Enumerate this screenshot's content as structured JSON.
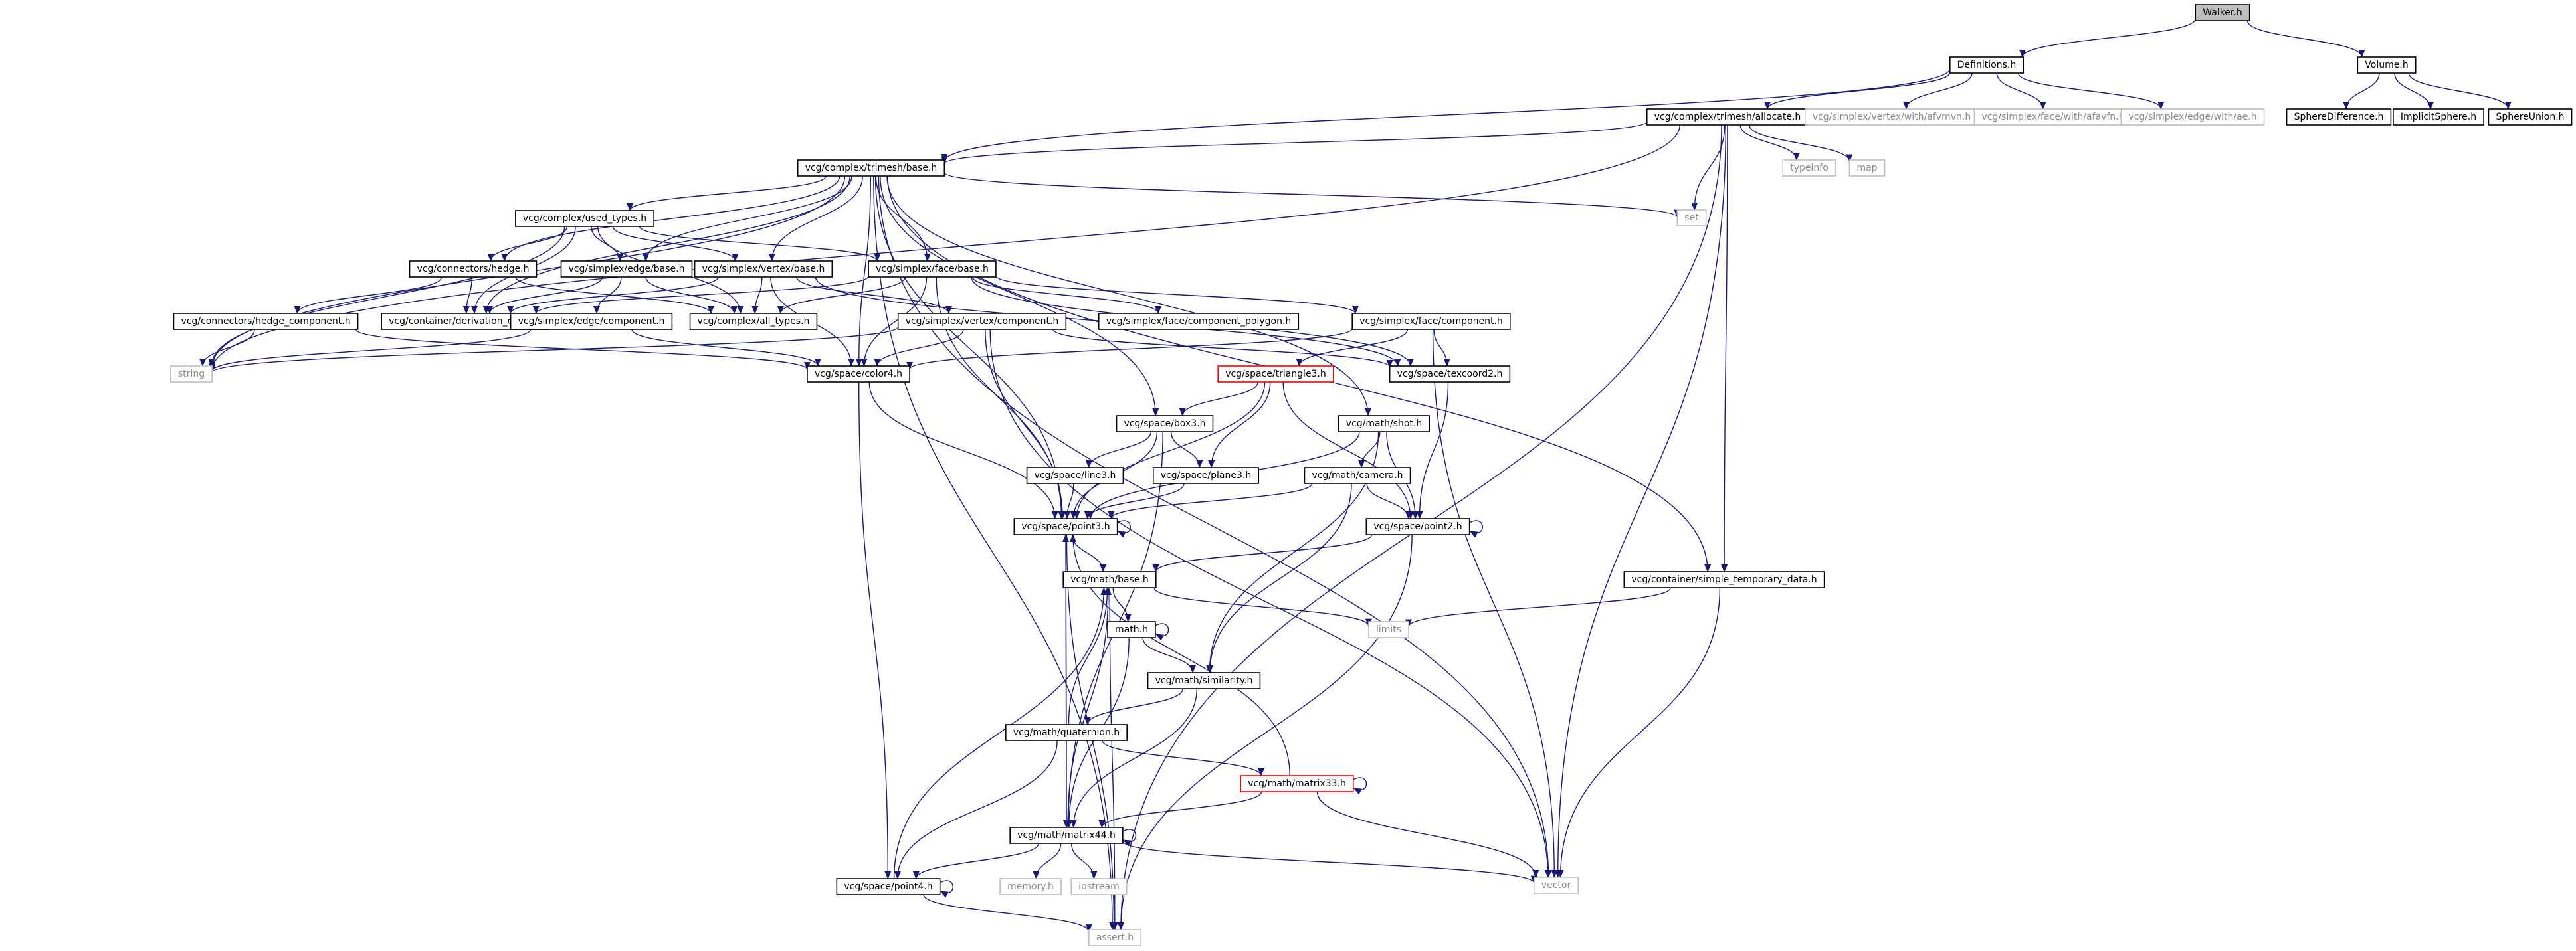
{
  "colors": {
    "edge": "#191970",
    "node_border": "#000000",
    "external_border": "#bfbfbf",
    "external_text": "#8c8c8c",
    "root_fill": "#bfbfbf",
    "warn_border": "#ff0000"
  },
  "nodes": [
    {
      "id": "walker",
      "label": "Walker.h",
      "kind": "root"
    },
    {
      "id": "definitions",
      "label": "Definitions.h",
      "kind": "normal"
    },
    {
      "id": "volume",
      "label": "Volume.h",
      "kind": "normal"
    },
    {
      "id": "allocate",
      "label": "vcg/complex/trimesh/allocate.h",
      "kind": "normal"
    },
    {
      "id": "afvmvn",
      "label": "vcg/simplex/vertex/with/afvmvn.h",
      "kind": "external"
    },
    {
      "id": "afavfn",
      "label": "vcg/simplex/face/with/afavfn.h",
      "kind": "external"
    },
    {
      "id": "ae",
      "label": "vcg/simplex/edge/with/ae.h",
      "kind": "external"
    },
    {
      "id": "spherediff",
      "label": "SphereDifference.h",
      "kind": "normal"
    },
    {
      "id": "implicitsphere",
      "label": "ImplicitSphere.h",
      "kind": "normal"
    },
    {
      "id": "sphereunion",
      "label": "SphereUnion.h",
      "kind": "normal"
    },
    {
      "id": "trimeshbase",
      "label": "vcg/complex/trimesh/base.h",
      "kind": "normal"
    },
    {
      "id": "typeinfo",
      "label": "typeinfo",
      "kind": "external"
    },
    {
      "id": "map",
      "label": "map",
      "kind": "external"
    },
    {
      "id": "set",
      "label": "set",
      "kind": "external"
    },
    {
      "id": "usedtypes",
      "label": "vcg/complex/used_types.h",
      "kind": "normal"
    },
    {
      "id": "hedge",
      "label": "vcg/connectors/hedge.h",
      "kind": "normal"
    },
    {
      "id": "edgebase",
      "label": "vcg/simplex/edge/base.h",
      "kind": "normal"
    },
    {
      "id": "vertexbase",
      "label": "vcg/simplex/vertex/base.h",
      "kind": "normal"
    },
    {
      "id": "facebase",
      "label": "vcg/simplex/face/base.h",
      "kind": "normal"
    },
    {
      "id": "hedgecomp",
      "label": "vcg/connectors/hedge_component.h",
      "kind": "normal"
    },
    {
      "id": "derivchain",
      "label": "vcg/container/derivation_chain.h",
      "kind": "normal"
    },
    {
      "id": "edgecomp",
      "label": "vcg/simplex/edge/component.h",
      "kind": "normal"
    },
    {
      "id": "alltypes",
      "label": "vcg/complex/all_types.h",
      "kind": "normal"
    },
    {
      "id": "vertexcomp",
      "label": "vcg/simplex/vertex/component.h",
      "kind": "normal"
    },
    {
      "id": "facecomppoly",
      "label": "vcg/simplex/face/component_polygon.h",
      "kind": "normal"
    },
    {
      "id": "facecomp",
      "label": "vcg/simplex/face/component.h",
      "kind": "normal"
    },
    {
      "id": "string",
      "label": "string",
      "kind": "external"
    },
    {
      "id": "color4",
      "label": "vcg/space/color4.h",
      "kind": "normal"
    },
    {
      "id": "texcoord2",
      "label": "vcg/space/texcoord2.h",
      "kind": "normal"
    },
    {
      "id": "triangle3",
      "label": "vcg/space/triangle3.h",
      "kind": "warn"
    },
    {
      "id": "box3",
      "label": "vcg/space/box3.h",
      "kind": "normal"
    },
    {
      "id": "shot",
      "label": "vcg/math/shot.h",
      "kind": "normal"
    },
    {
      "id": "line3",
      "label": "vcg/space/line3.h",
      "kind": "normal"
    },
    {
      "id": "plane3",
      "label": "vcg/space/plane3.h",
      "kind": "normal"
    },
    {
      "id": "camera",
      "label": "vcg/math/camera.h",
      "kind": "normal"
    },
    {
      "id": "point3",
      "label": "vcg/space/point3.h",
      "kind": "normal"
    },
    {
      "id": "point2",
      "label": "vcg/space/point2.h",
      "kind": "normal"
    },
    {
      "id": "simpletemp",
      "label": "vcg/container/simple_temporary_data.h",
      "kind": "normal"
    },
    {
      "id": "mathbase",
      "label": "vcg/math/base.h",
      "kind": "normal"
    },
    {
      "id": "limits",
      "label": "limits",
      "kind": "external"
    },
    {
      "id": "math",
      "label": "math.h",
      "kind": "normal"
    },
    {
      "id": "similarity",
      "label": "vcg/math/similarity.h",
      "kind": "normal"
    },
    {
      "id": "quaternion",
      "label": "vcg/math/quaternion.h",
      "kind": "normal"
    },
    {
      "id": "matrix33",
      "label": "vcg/math/matrix33.h",
      "kind": "warn"
    },
    {
      "id": "matrix44",
      "label": "vcg/math/matrix44.h",
      "kind": "normal"
    },
    {
      "id": "vector",
      "label": "vector",
      "kind": "external"
    },
    {
      "id": "point4",
      "label": "vcg/space/point4.h",
      "kind": "normal"
    },
    {
      "id": "memory",
      "label": "memory.h",
      "kind": "external"
    },
    {
      "id": "iostream",
      "label": "iostream",
      "kind": "external"
    },
    {
      "id": "assert",
      "label": "assert.h",
      "kind": "external"
    }
  ],
  "edges": [
    [
      "walker",
      "definitions"
    ],
    [
      "walker",
      "volume"
    ],
    [
      "definitions",
      "allocate"
    ],
    [
      "definitions",
      "afvmvn"
    ],
    [
      "definitions",
      "afavfn"
    ],
    [
      "definitions",
      "ae"
    ],
    [
      "definitions",
      "trimeshbase"
    ],
    [
      "volume",
      "spherediff"
    ],
    [
      "volume",
      "implicitsphere"
    ],
    [
      "volume",
      "sphereunion"
    ],
    [
      "allocate",
      "trimeshbase"
    ],
    [
      "allocate",
      "typeinfo"
    ],
    [
      "allocate",
      "map"
    ],
    [
      "allocate",
      "set"
    ],
    [
      "allocate",
      "vector"
    ],
    [
      "allocate",
      "assert"
    ],
    [
      "allocate",
      "simpletemp"
    ],
    [
      "allocate",
      "string"
    ],
    [
      "trimeshbase",
      "usedtypes"
    ],
    [
      "trimeshbase",
      "hedge"
    ],
    [
      "trimeshbase",
      "edgebase"
    ],
    [
      "trimeshbase",
      "vertexbase"
    ],
    [
      "trimeshbase",
      "facebase"
    ],
    [
      "trimeshbase",
      "derivchain"
    ],
    [
      "trimeshbase",
      "color4"
    ],
    [
      "trimeshbase",
      "set"
    ],
    [
      "trimeshbase",
      "vector"
    ],
    [
      "trimeshbase",
      "simpletemp"
    ],
    [
      "trimeshbase",
      "shot"
    ],
    [
      "trimeshbase",
      "box3"
    ],
    [
      "trimeshbase",
      "string"
    ],
    [
      "trimeshbase",
      "assert"
    ],
    [
      "trimeshbase",
      "point3"
    ],
    [
      "usedtypes",
      "hedge"
    ],
    [
      "usedtypes",
      "edgebase"
    ],
    [
      "usedtypes",
      "vertexbase"
    ],
    [
      "usedtypes",
      "facebase"
    ],
    [
      "usedtypes",
      "derivchain"
    ],
    [
      "usedtypes",
      "alltypes"
    ],
    [
      "usedtypes",
      "string"
    ],
    [
      "hedge",
      "hedgecomp"
    ],
    [
      "hedge",
      "derivchain"
    ],
    [
      "hedge",
      "alltypes"
    ],
    [
      "edgebase",
      "derivchain"
    ],
    [
      "edgebase",
      "alltypes"
    ],
    [
      "edgebase",
      "edgecomp"
    ],
    [
      "vertexbase",
      "derivchain"
    ],
    [
      "vertexbase",
      "alltypes"
    ],
    [
      "vertexbase",
      "vertexcomp"
    ],
    [
      "vertexbase",
      "color4"
    ],
    [
      "vertexbase",
      "texcoord2"
    ],
    [
      "facebase",
      "derivchain"
    ],
    [
      "facebase",
      "alltypes"
    ],
    [
      "facebase",
      "facecomppoly"
    ],
    [
      "facebase",
      "facecomp"
    ],
    [
      "facebase",
      "color4"
    ],
    [
      "facebase",
      "texcoord2"
    ],
    [
      "facebase",
      "point3"
    ],
    [
      "hedgecomp",
      "string"
    ],
    [
      "hedgecomp",
      "color4"
    ],
    [
      "edgecomp",
      "string"
    ],
    [
      "edgecomp",
      "color4"
    ],
    [
      "vertexcomp",
      "string"
    ],
    [
      "vertexcomp",
      "color4"
    ],
    [
      "vertexcomp",
      "texcoord2"
    ],
    [
      "vertexcomp",
      "point3"
    ],
    [
      "vertexcomp",
      "vector"
    ],
    [
      "facecomp",
      "color4"
    ],
    [
      "facecomp",
      "texcoord2"
    ],
    [
      "facecomp",
      "triangle3"
    ],
    [
      "facecomp",
      "vector"
    ],
    [
      "color4",
      "point3"
    ],
    [
      "color4",
      "point4"
    ],
    [
      "texcoord2",
      "point2"
    ],
    [
      "triangle3",
      "box3"
    ],
    [
      "triangle3",
      "plane3"
    ],
    [
      "triangle3",
      "point2"
    ],
    [
      "triangle3",
      "point3"
    ],
    [
      "box3",
      "line3"
    ],
    [
      "box3",
      "plane3"
    ],
    [
      "box3",
      "point3"
    ],
    [
      "box3",
      "matrix44"
    ],
    [
      "shot",
      "camera"
    ],
    [
      "shot",
      "point2"
    ],
    [
      "shot",
      "similarity"
    ],
    [
      "shot",
      "point3"
    ],
    [
      "line3",
      "point3"
    ],
    [
      "plane3",
      "point3"
    ],
    [
      "camera",
      "point3"
    ],
    [
      "camera",
      "point2"
    ],
    [
      "camera",
      "similarity"
    ],
    [
      "point3",
      "point3"
    ],
    [
      "point3",
      "mathbase"
    ],
    [
      "point3",
      "assert"
    ],
    [
      "point2",
      "point2"
    ],
    [
      "point2",
      "mathbase"
    ],
    [
      "point2",
      "assert"
    ],
    [
      "simpletemp",
      "limits"
    ],
    [
      "simpletemp",
      "vector"
    ],
    [
      "mathbase",
      "math"
    ],
    [
      "mathbase",
      "limits"
    ],
    [
      "mathbase",
      "assert"
    ],
    [
      "math",
      "math"
    ],
    [
      "math",
      "similarity"
    ],
    [
      "math",
      "matrix44"
    ],
    [
      "similarity",
      "quaternion"
    ],
    [
      "similarity",
      "matrix44"
    ],
    [
      "quaternion",
      "mathbase"
    ],
    [
      "quaternion",
      "point3"
    ],
    [
      "quaternion",
      "matrix33"
    ],
    [
      "quaternion",
      "matrix44"
    ],
    [
      "quaternion",
      "point4"
    ],
    [
      "matrix33",
      "matrix33"
    ],
    [
      "matrix33",
      "point3"
    ],
    [
      "matrix33",
      "matrix44"
    ],
    [
      "matrix33",
      "vector"
    ],
    [
      "matrix44",
      "matrix44"
    ],
    [
      "matrix44",
      "mathbase"
    ],
    [
      "matrix44",
      "point3"
    ],
    [
      "matrix44",
      "point4"
    ],
    [
      "matrix44",
      "memory"
    ],
    [
      "matrix44",
      "iostream"
    ],
    [
      "matrix44",
      "vector"
    ],
    [
      "point4",
      "point4"
    ],
    [
      "point4",
      "mathbase"
    ],
    [
      "point4",
      "assert"
    ]
  ]
}
